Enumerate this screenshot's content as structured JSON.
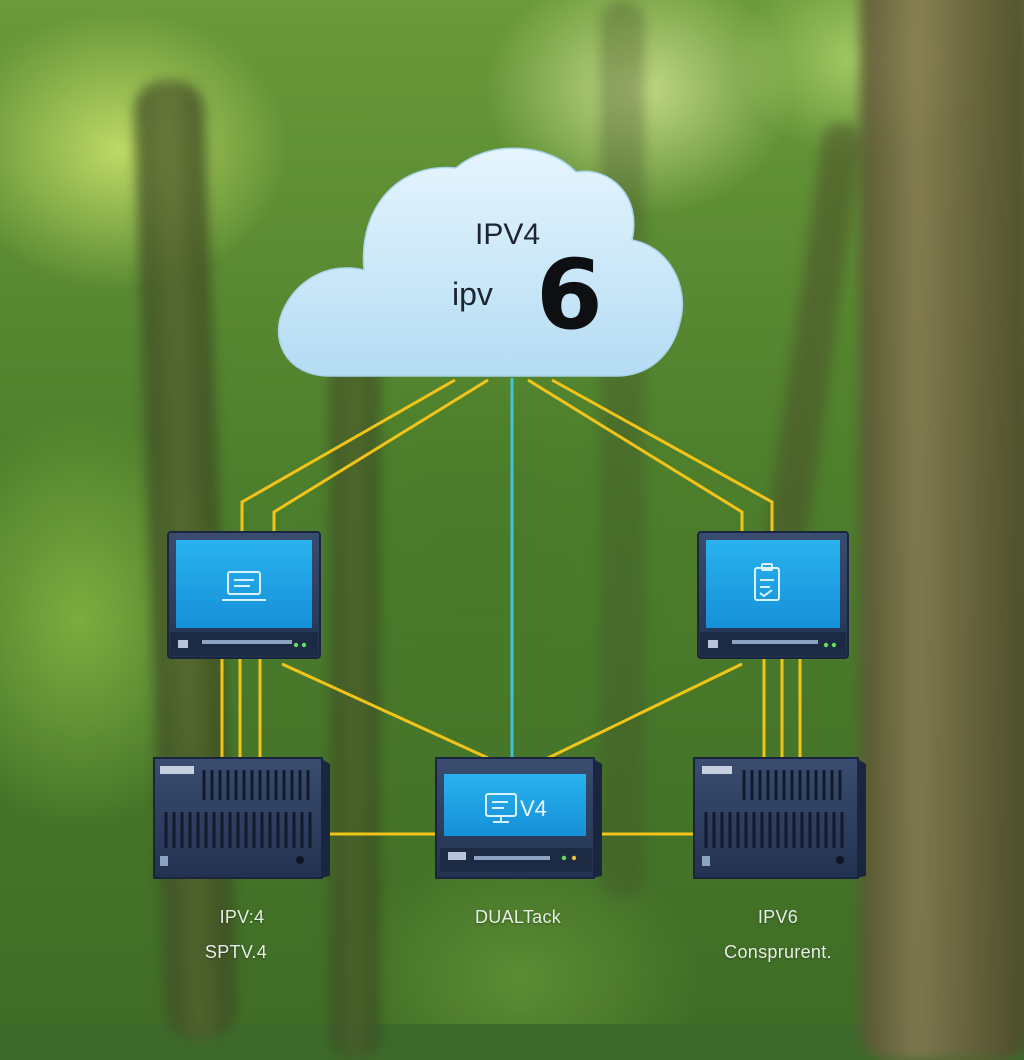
{
  "cloud": {
    "line1": "IPV4",
    "line2": "ipv",
    "big_glyph": "6"
  },
  "nodes": {
    "center_screen_text": "V4",
    "left_caption_1": "IPV:4",
    "left_caption_2": "SPTV.4",
    "center_caption": "DUALTack",
    "right_caption_1": "IPV6",
    "right_caption_2": "Consprurent."
  },
  "icons": {
    "left_monitor": "laptop-icon",
    "right_monitor": "clipboard-icon",
    "center_monitor": "monitor-icon"
  },
  "colors": {
    "link_yellow": "#f2c419",
    "link_cyan": "#3ec6d6",
    "screen_blue": "#1ea0e6",
    "device_navy": "#2b3b5c",
    "cloud_light": "#cde9fa"
  }
}
